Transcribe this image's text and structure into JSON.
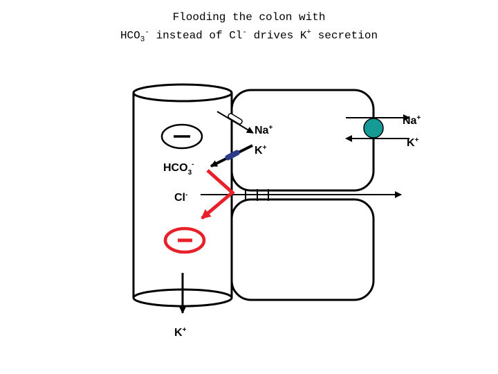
{
  "title": {
    "line1": "Flooding the colon with",
    "line2_hco": "HCO",
    "line2_sub": "3",
    "line2_sup": "-",
    "line2_mid": " instead of Cl",
    "line2_sup2": "-",
    "line2_end": " drives K",
    "line2_sup3": "+",
    "line2_tail": " secretion"
  },
  "labels": {
    "na_left": "Na",
    "na_left_sup": "+",
    "k_left": "K",
    "k_left_sup": "+",
    "hco3": "HCO",
    "hco3_sub": "3",
    "hco3_sup": "-",
    "cl": "Cl",
    "cl_sup": "-",
    "k_bottom": "K",
    "k_bottom_sup": "+",
    "na_right": "Na",
    "na_right_sup": "+",
    "k_right": "K",
    "k_right_sup": "+"
  },
  "colors": {
    "red": "#e8202a",
    "pump": "#159a96",
    "channel": "#2b3a8a",
    "black": "#000000"
  }
}
